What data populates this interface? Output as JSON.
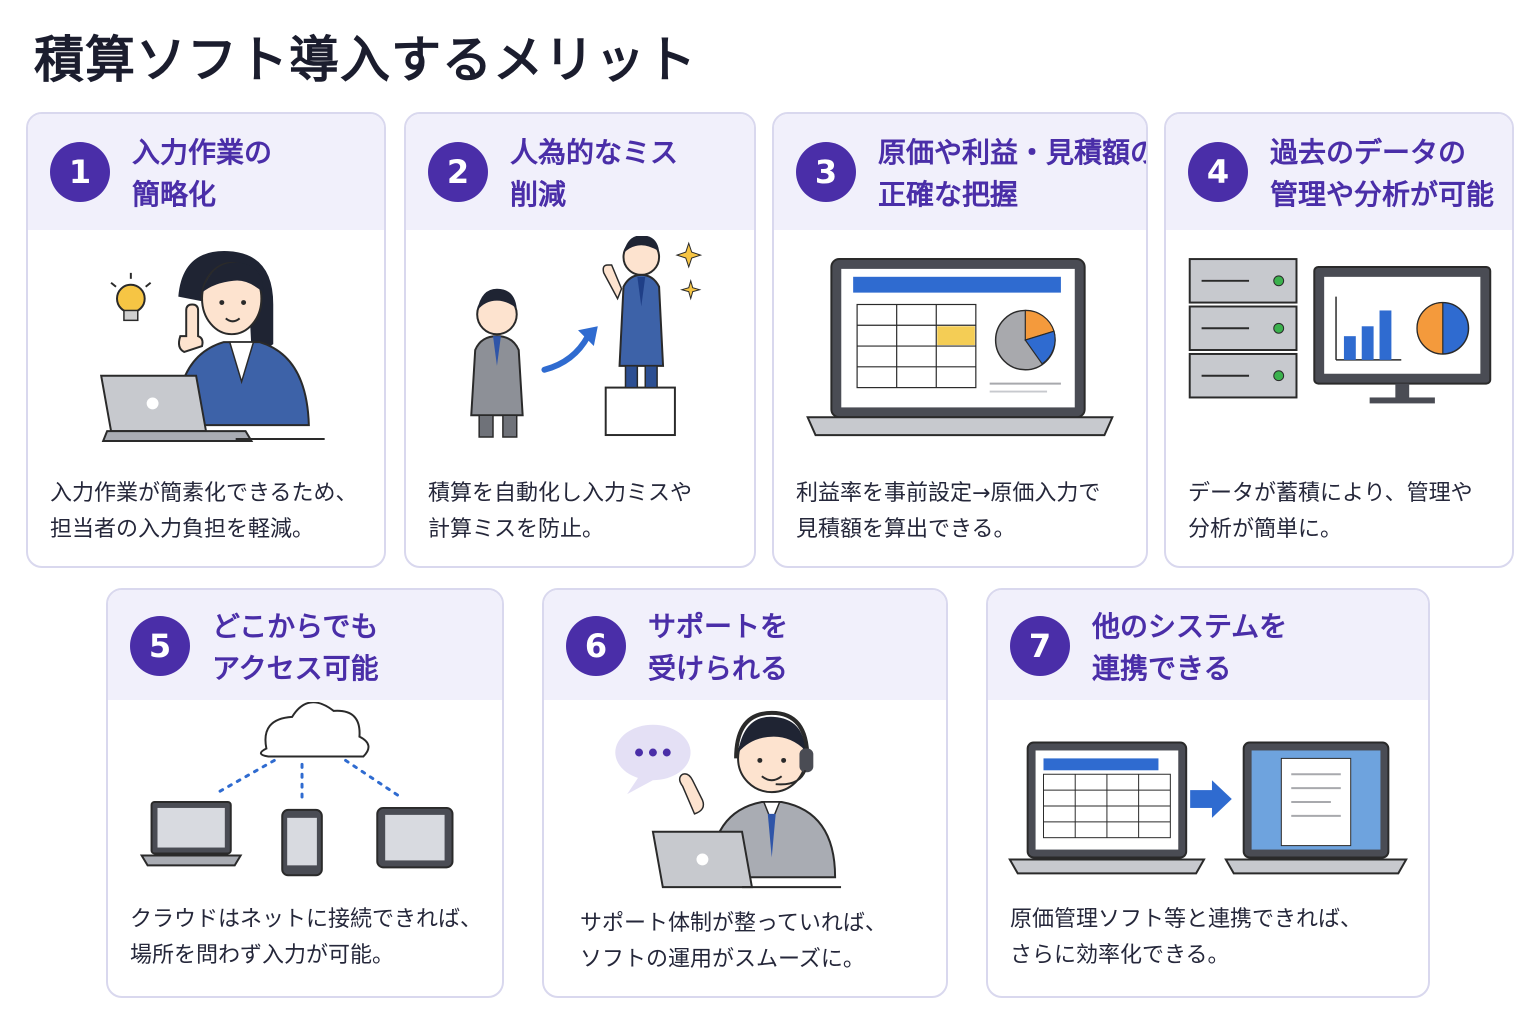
{
  "title": "積算ソフト導入するメリット",
  "colors": {
    "accent": "#4a2ea8",
    "header_bg": "#f1f0fb",
    "border": "#d9d8ee",
    "blue": "#2f6bd0",
    "orange": "#f49a3c"
  },
  "cards": [
    {
      "number": "1",
      "title_lines": [
        "入力作業の",
        "簡略化"
      ],
      "desc_lines": [
        "入力作業が簡素化できるため、",
        "担当者の入力負担を軽減。"
      ],
      "icon": "woman-with-laptop-and-lightbulb-icon"
    },
    {
      "number": "2",
      "title_lines": [
        "人為的なミス",
        "削減"
      ],
      "desc_lines": [
        "積算を自動化し入力ミスや",
        "計算ミスを防止。"
      ],
      "icon": "businessman-stepping-up-icon"
    },
    {
      "number": "3",
      "title_lines": [
        "原価や利益・見積額の",
        "正確な把握"
      ],
      "desc_lines": [
        "利益率を事前設定→原価入力で",
        "見積額を算出できる。"
      ],
      "icon": "laptop-spreadsheet-pie-chart-icon"
    },
    {
      "number": "4",
      "title_lines": [
        "過去のデータの",
        "管理や分析が可能"
      ],
      "desc_lines": [
        "データが蓄積により、管理や",
        "分析が簡単に。"
      ],
      "icon": "server-and-monitor-chart-icon"
    },
    {
      "number": "5",
      "title_lines": [
        "どこからでも",
        "アクセス可能"
      ],
      "desc_lines": [
        "クラウドはネットに接続できれば、",
        "場所を問わず入力が可能。"
      ],
      "icon": "cloud-devices-icon"
    },
    {
      "number": "6",
      "title_lines": [
        "サポートを",
        "受けられる"
      ],
      "desc_lines": [
        "サポート体制が整っていれば、",
        "ソフトの運用がスムーズに。"
      ],
      "icon": "support-operator-headset-icon"
    },
    {
      "number": "7",
      "title_lines": [
        "他のシステムを",
        "連携できる"
      ],
      "desc_lines": [
        "原価管理ソフト等と連携できれば、",
        "さらに効率化できる。"
      ],
      "icon": "laptops-data-transfer-icon"
    }
  ]
}
